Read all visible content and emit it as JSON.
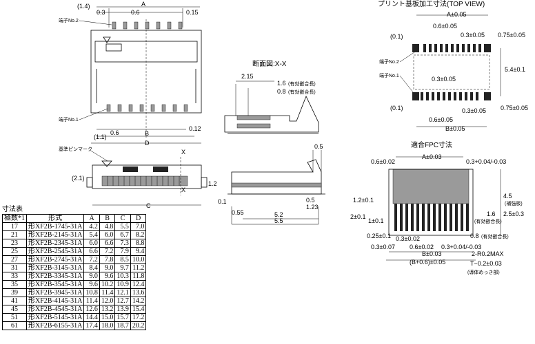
{
  "views": {
    "front": {
      "dims_top": [
        "(1.4)",
        "A",
        "0.3",
        "0.6",
        "0.15"
      ],
      "terminal2_label": "端子No.2",
      "terminal1_label": "端子No.1",
      "dims_bottom": [
        "0.6",
        "0.12",
        "(1.1)",
        "B",
        "D"
      ],
      "marker_label": "基準ピンマーク",
      "side_dims": [
        "(2.1)",
        "1.2"
      ],
      "c_label": "C",
      "x_label": "X"
    },
    "section": {
      "title": "断面図:X-X",
      "dims": [
        "2.15",
        "1.6",
        "(有効嵌合長)",
        "0.8",
        "(有効嵌合長)"
      ]
    },
    "side": {
      "dims": [
        "0.5",
        "0.1",
        "0.5",
        "1.23",
        "0.55",
        "5.2",
        "5.5"
      ]
    },
    "pcb": {
      "title": "プリント基板加工寸法(TOP VIEW)",
      "dims": [
        "A±0.05",
        "0.6±0.05",
        "0.3±0.05",
        "0.75±0.05",
        "(0.1)",
        "5.4±0.1",
        "0.3±0.05",
        "(0.1)",
        "0.3±0.05",
        "0.75±0.05",
        "0.6±0.05",
        "B±0.05"
      ],
      "terminal2_label": "端子No.2",
      "terminal1_label": "端子No.1"
    },
    "fpc": {
      "title": "適合FPC寸法",
      "dims": [
        "A±0.03",
        "0.6±0.02",
        "0.3+0.04/-0.03",
        "4.5",
        "(補強板)",
        "1.2±0.1",
        "2±0.1",
        "1±0.1",
        "1.6",
        "(有効嵌合長)",
        "2.5±0.3",
        "0.25±0.1",
        "0.8",
        "(有効嵌合長)",
        "0.3±0.02",
        "0.3±0.07",
        "0.6±0.02",
        "0.3+0.04/-0.03",
        "2-R0.2MAX",
        "B±0.03",
        "(B+0.6)±0.05",
        "T−0.2±0.03",
        "(導体めっき部)"
      ]
    }
  },
  "table": {
    "title": "寸法表",
    "headers": [
      "極数*1",
      "形式",
      "A",
      "B",
      "C",
      "D"
    ],
    "rows": [
      [
        "17",
        "形XF2B-1745-31A",
        "4.2",
        "4.8",
        "5.5",
        "7.0"
      ],
      [
        "21",
        "形XF2B-2145-31A",
        "5.4",
        "6.0",
        "6.7",
        "8.2"
      ],
      [
        "23",
        "形XF2B-2345-31A",
        "6.0",
        "6.6",
        "7.3",
        "8.8"
      ],
      [
        "25",
        "形XF2B-2545-31A",
        "6.6",
        "7.2",
        "7.9",
        "9.4"
      ],
      [
        "27",
        "形XF2B-2745-31A",
        "7.2",
        "7.8",
        "8.5",
        "10.0"
      ],
      [
        "31",
        "形XF2B-3145-31A",
        "8.4",
        "9.0",
        "9.7",
        "11.2"
      ],
      [
        "33",
        "形XF2B-3345-31A",
        "9.0",
        "9.6",
        "10.3",
        "11.8"
      ],
      [
        "35",
        "形XF2B-3545-31A",
        "9.6",
        "10.2",
        "10.9",
        "12.4"
      ],
      [
        "39",
        "形XF2B-3945-31A",
        "10.8",
        "11.4",
        "12.1",
        "13.6"
      ],
      [
        "41",
        "形XF2B-4145-31A",
        "11.4",
        "12.0",
        "12.7",
        "14.2"
      ],
      [
        "45",
        "形XF2B-4545-31A",
        "12.6",
        "13.2",
        "13.9",
        "15.4"
      ],
      [
        "51",
        "形XF2B-5145-31A",
        "14.4",
        "15.0",
        "15.7",
        "17.2"
      ],
      [
        "61",
        "形XF2B-6155-31A",
        "17.4",
        "18.0",
        "18.7",
        "20.2"
      ]
    ]
  }
}
